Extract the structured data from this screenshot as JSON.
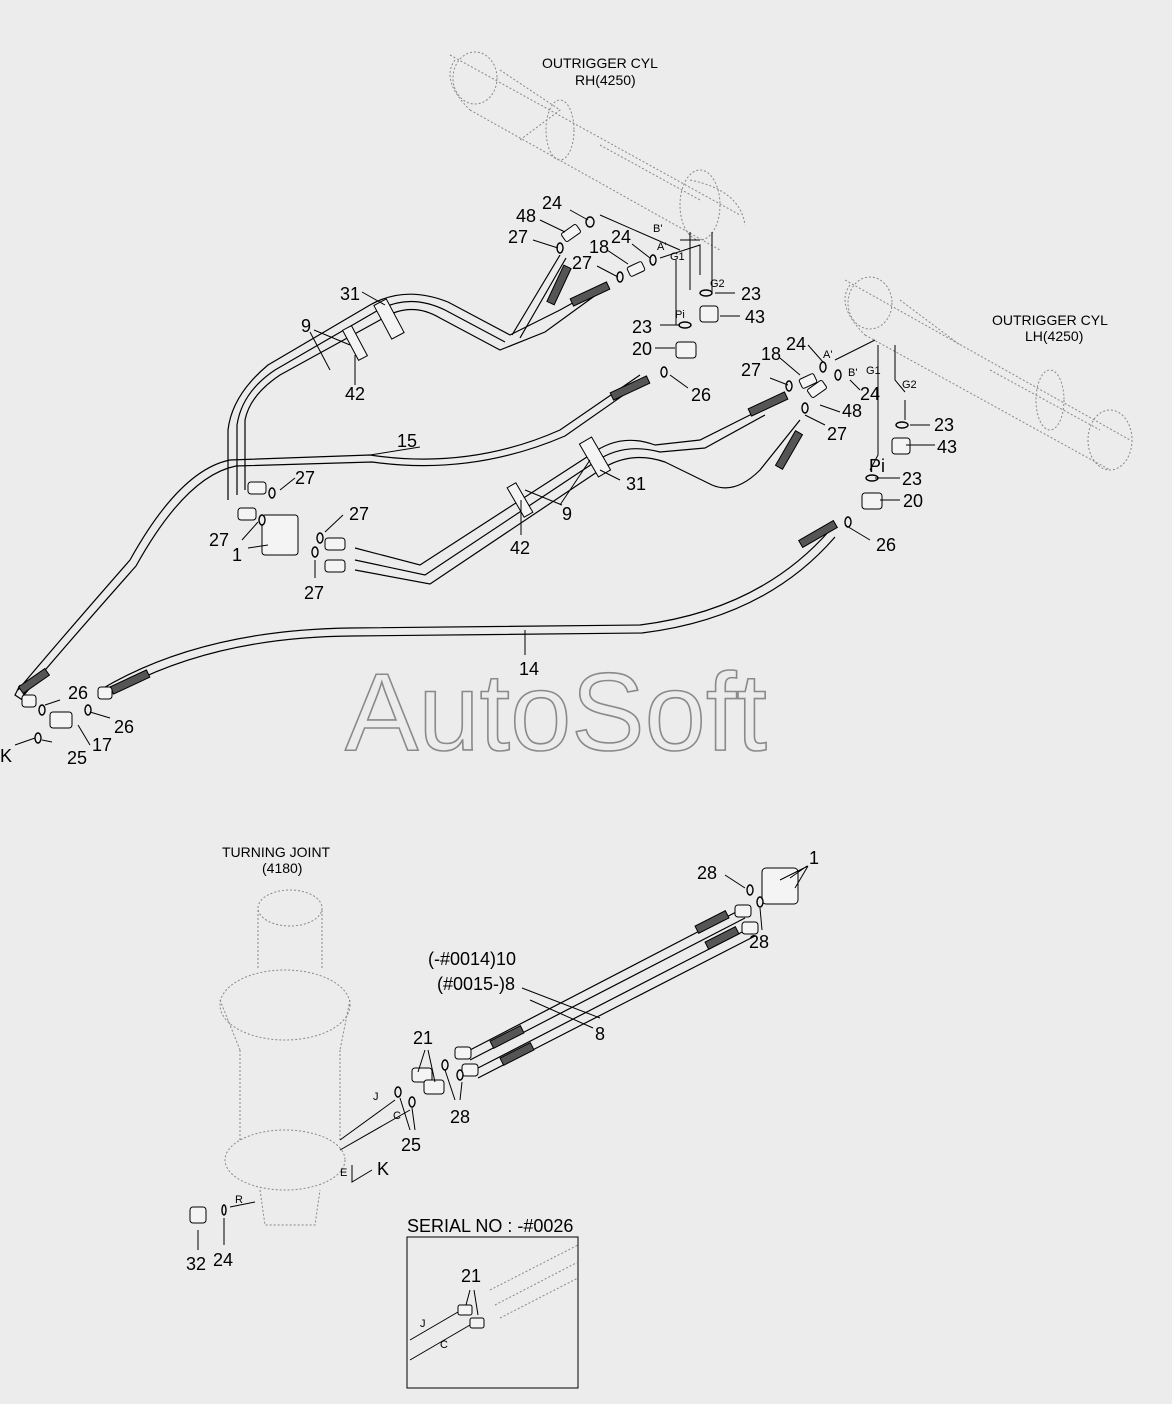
{
  "titles": {
    "rh_cyl_line1": "OUTRIGGER CYL",
    "rh_cyl_line2": "RH(4250)",
    "lh_cyl_line1": "OUTRIGGER CYL",
    "lh_cyl_line2": "LH(4250)",
    "tj_line1": "TURNING JOINT",
    "tj_line2": "(4180)"
  },
  "watermark": "AutoSoft",
  "serial": "SERIAL NO : -#0026",
  "hose_notes": {
    "h10": "(-#0014)10",
    "h8": "(#0015-)8"
  },
  "ports": {
    "b1": "B'",
    "a1": "A'",
    "g1a": "G1",
    "g2a": "G2",
    "pi_a": "Pi",
    "a2": "A'",
    "b2": "B'",
    "g1b": "G1",
    "g2b": "G2",
    "pi_b": "Pi",
    "j": "J",
    "c": "C",
    "e": "E",
    "r": "R",
    "j2": "J",
    "c2": "C"
  },
  "connector_labels": {
    "k1": "K",
    "k2": "K"
  },
  "part_numbers": {
    "p24a": "24",
    "p48a": "48",
    "p27a": "27",
    "p18a": "18",
    "p24b": "24",
    "p27b": "27",
    "p23a": "23",
    "p43a": "43",
    "p31a": "31",
    "p9a": "9",
    "p23b": "23",
    "p20a": "20",
    "p42a": "42",
    "p26a": "26",
    "p24c": "24",
    "p18b": "18",
    "p27c": "27",
    "p24d": "24",
    "p48b": "48",
    "p27d": "27",
    "p23c": "23",
    "p43b": "43",
    "p15": "15",
    "p27e": "27",
    "p31b": "31",
    "p23d": "23",
    "p20b": "20",
    "p27f": "27",
    "p27g": "27",
    "p1a": "1",
    "p9b": "9",
    "p42b": "42",
    "p26b": "26",
    "p27h": "27",
    "p14": "14",
    "p26c": "26",
    "p26d": "26",
    "p17": "17",
    "p25a": "25",
    "p1b": "1",
    "p28a": "28",
    "p28b": "28",
    "p8": "8",
    "p21a": "21",
    "p28c": "28",
    "p25b": "25",
    "p32": "32",
    "p24e": "24",
    "p21b": "21"
  }
}
